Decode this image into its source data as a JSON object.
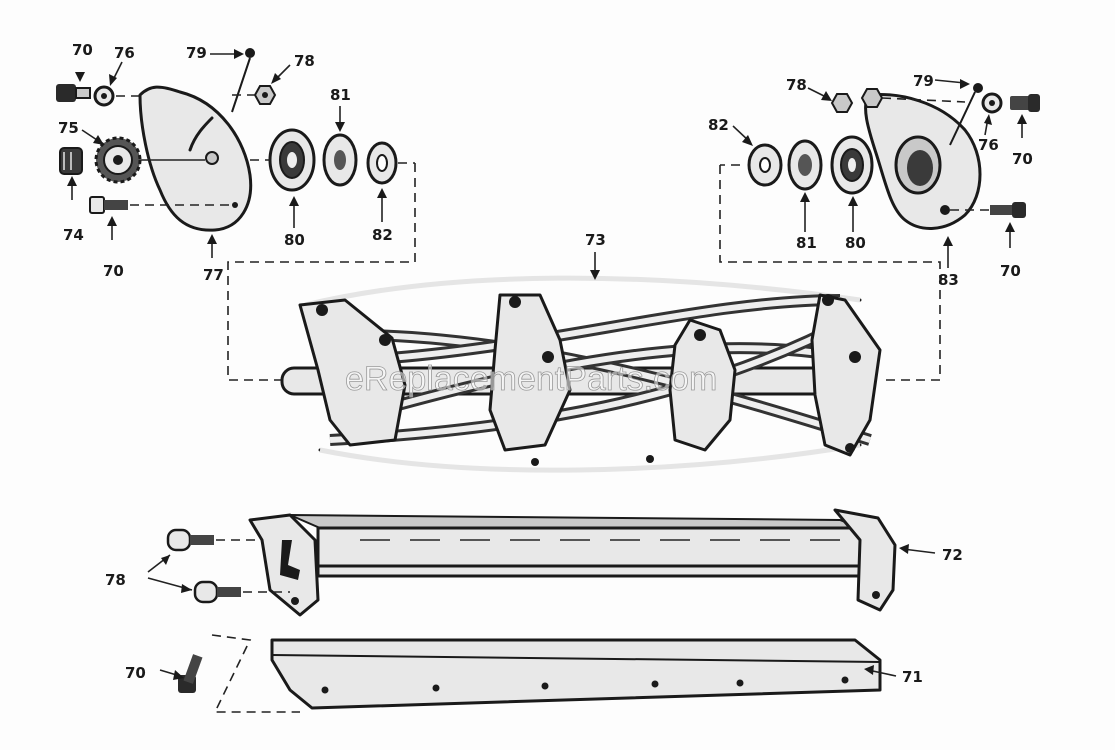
{
  "watermark": "eReplacementParts.com",
  "labels": {
    "l70a": "70",
    "l76a": "76",
    "l79a": "79",
    "l78a": "78",
    "l81a": "81",
    "l75": "75",
    "l74": "74",
    "l70b": "70",
    "l77": "77",
    "l80a": "80",
    "l82a": "82",
    "l73": "73",
    "l78b": "78",
    "l79b": "79",
    "l82b": "82",
    "l76b": "76",
    "l70c": "70",
    "l81b": "81",
    "l80b": "80",
    "l83": "83",
    "l70d": "70",
    "l72": "72",
    "l78c": "78",
    "l70e": "70",
    "l71": "71"
  }
}
